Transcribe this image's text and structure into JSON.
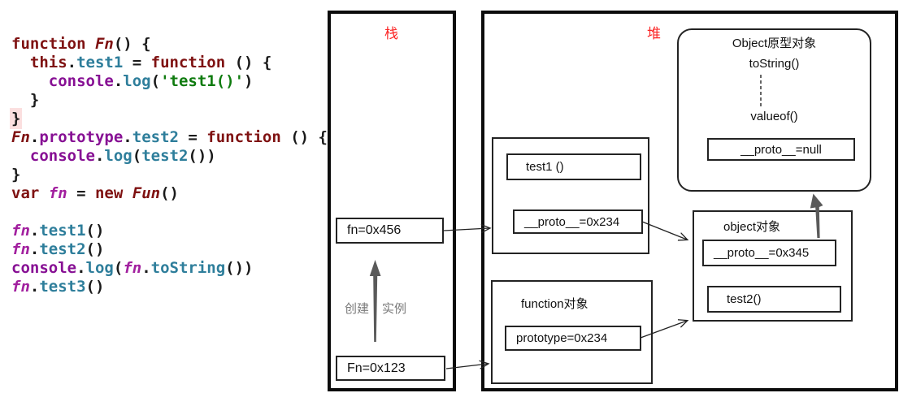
{
  "code": {
    "lines": [
      {
        "tokens": [
          {
            "t": "function ",
            "c": "kw"
          },
          {
            "t": "Fn",
            "c": "ctor"
          },
          {
            "t": "() {",
            "c": "pl"
          }
        ]
      },
      {
        "tokens": [
          {
            "t": "  ",
            "c": "pl"
          },
          {
            "t": "this",
            "c": "kw"
          },
          {
            "t": ".",
            "c": "pl"
          },
          {
            "t": "test1",
            "c": "mem"
          },
          {
            "t": " = ",
            "c": "pl"
          },
          {
            "t": "function",
            "c": "kw"
          },
          {
            "t": " () {",
            "c": "pl"
          }
        ]
      },
      {
        "tokens": [
          {
            "t": "    ",
            "c": "pl"
          },
          {
            "t": "console",
            "c": "obj"
          },
          {
            "t": ".",
            "c": "pl"
          },
          {
            "t": "log",
            "c": "mem"
          },
          {
            "t": "(",
            "c": "pl"
          },
          {
            "t": "'test1()'",
            "c": "str"
          },
          {
            "t": ")",
            "c": "pl"
          }
        ]
      },
      {
        "tokens": [
          {
            "t": "  }",
            "c": "pl"
          }
        ]
      },
      {
        "tokens": [
          {
            "t": "}",
            "c": "hl"
          }
        ]
      },
      {
        "tokens": [
          {
            "t": "Fn",
            "c": "ctor"
          },
          {
            "t": ".",
            "c": "pl"
          },
          {
            "t": "prototype",
            "c": "obj"
          },
          {
            "t": ".",
            "c": "pl"
          },
          {
            "t": "test2",
            "c": "mem"
          },
          {
            "t": " = ",
            "c": "pl"
          },
          {
            "t": "function",
            "c": "kw"
          },
          {
            "t": " () {",
            "c": "pl"
          }
        ]
      },
      {
        "tokens": [
          {
            "t": "  ",
            "c": "pl"
          },
          {
            "t": "console",
            "c": "obj"
          },
          {
            "t": ".",
            "c": "pl"
          },
          {
            "t": "log",
            "c": "mem"
          },
          {
            "t": "(",
            "c": "pl"
          },
          {
            "t": "test2",
            "c": "mem"
          },
          {
            "t": "())",
            "c": "pl"
          }
        ]
      },
      {
        "tokens": [
          {
            "t": "}",
            "c": "pl"
          }
        ]
      },
      {
        "tokens": [
          {
            "t": "var ",
            "c": "kw"
          },
          {
            "t": "fn",
            "c": "var"
          },
          {
            "t": " = ",
            "c": "pl"
          },
          {
            "t": "new ",
            "c": "kw"
          },
          {
            "t": "Fun",
            "c": "ctor"
          },
          {
            "t": "()",
            "c": "pl"
          }
        ]
      },
      {
        "tokens": []
      },
      {
        "tokens": [
          {
            "t": "fn",
            "c": "var"
          },
          {
            "t": ".",
            "c": "pl"
          },
          {
            "t": "test1",
            "c": "mem"
          },
          {
            "t": "()",
            "c": "pl"
          }
        ]
      },
      {
        "tokens": [
          {
            "t": "fn",
            "c": "var"
          },
          {
            "t": ".",
            "c": "pl"
          },
          {
            "t": "test2",
            "c": "mem"
          },
          {
            "t": "()",
            "c": "pl"
          }
        ]
      },
      {
        "tokens": [
          {
            "t": "console",
            "c": "obj"
          },
          {
            "t": ".",
            "c": "pl"
          },
          {
            "t": "log",
            "c": "mem"
          },
          {
            "t": "(",
            "c": "pl"
          },
          {
            "t": "fn",
            "c": "var"
          },
          {
            "t": ".",
            "c": "pl"
          },
          {
            "t": "toString",
            "c": "mem"
          },
          {
            "t": "())",
            "c": "pl"
          }
        ]
      },
      {
        "tokens": [
          {
            "t": "fn",
            "c": "var"
          },
          {
            "t": ".",
            "c": "pl"
          },
          {
            "t": "test3",
            "c": "mem"
          },
          {
            "t": "()",
            "c": "pl"
          }
        ]
      }
    ]
  },
  "stack": {
    "label": "栈",
    "fn_entry": "fn=0x456",
    "Fn_entry": "Fn=0x123",
    "arrow_label_left": "创建",
    "arrow_label_right": "实例"
  },
  "heap": {
    "label": "堆",
    "object_prototype": {
      "title": "Object原型对象",
      "method_top": "toString()",
      "method_bottom": "valueof()",
      "proto_slot": "__proto__=null"
    },
    "fn_instance": {
      "method_slot": "test1 ()",
      "proto_slot": "__proto__=0x234"
    },
    "object_object": {
      "title": "object对象",
      "proto_slot": "__proto__=0x345",
      "method_slot": "test2()"
    },
    "function_object": {
      "title": "function对象",
      "prototype_slot": "prototype=0x234"
    }
  },
  "colors": {
    "frame_label_red": "#fb2626",
    "annotation_gray": "#7a7a7a",
    "arrow_gray": "#5a5a5a",
    "code_keyword": "#7f1212",
    "code_constructor": "#7f1212",
    "code_variable": "#a2209f",
    "code_object": "#871094",
    "code_member": "#2e7e9b",
    "code_string": "#0f7b0f",
    "brace_highlight_pink": "#fbdfdf"
  }
}
